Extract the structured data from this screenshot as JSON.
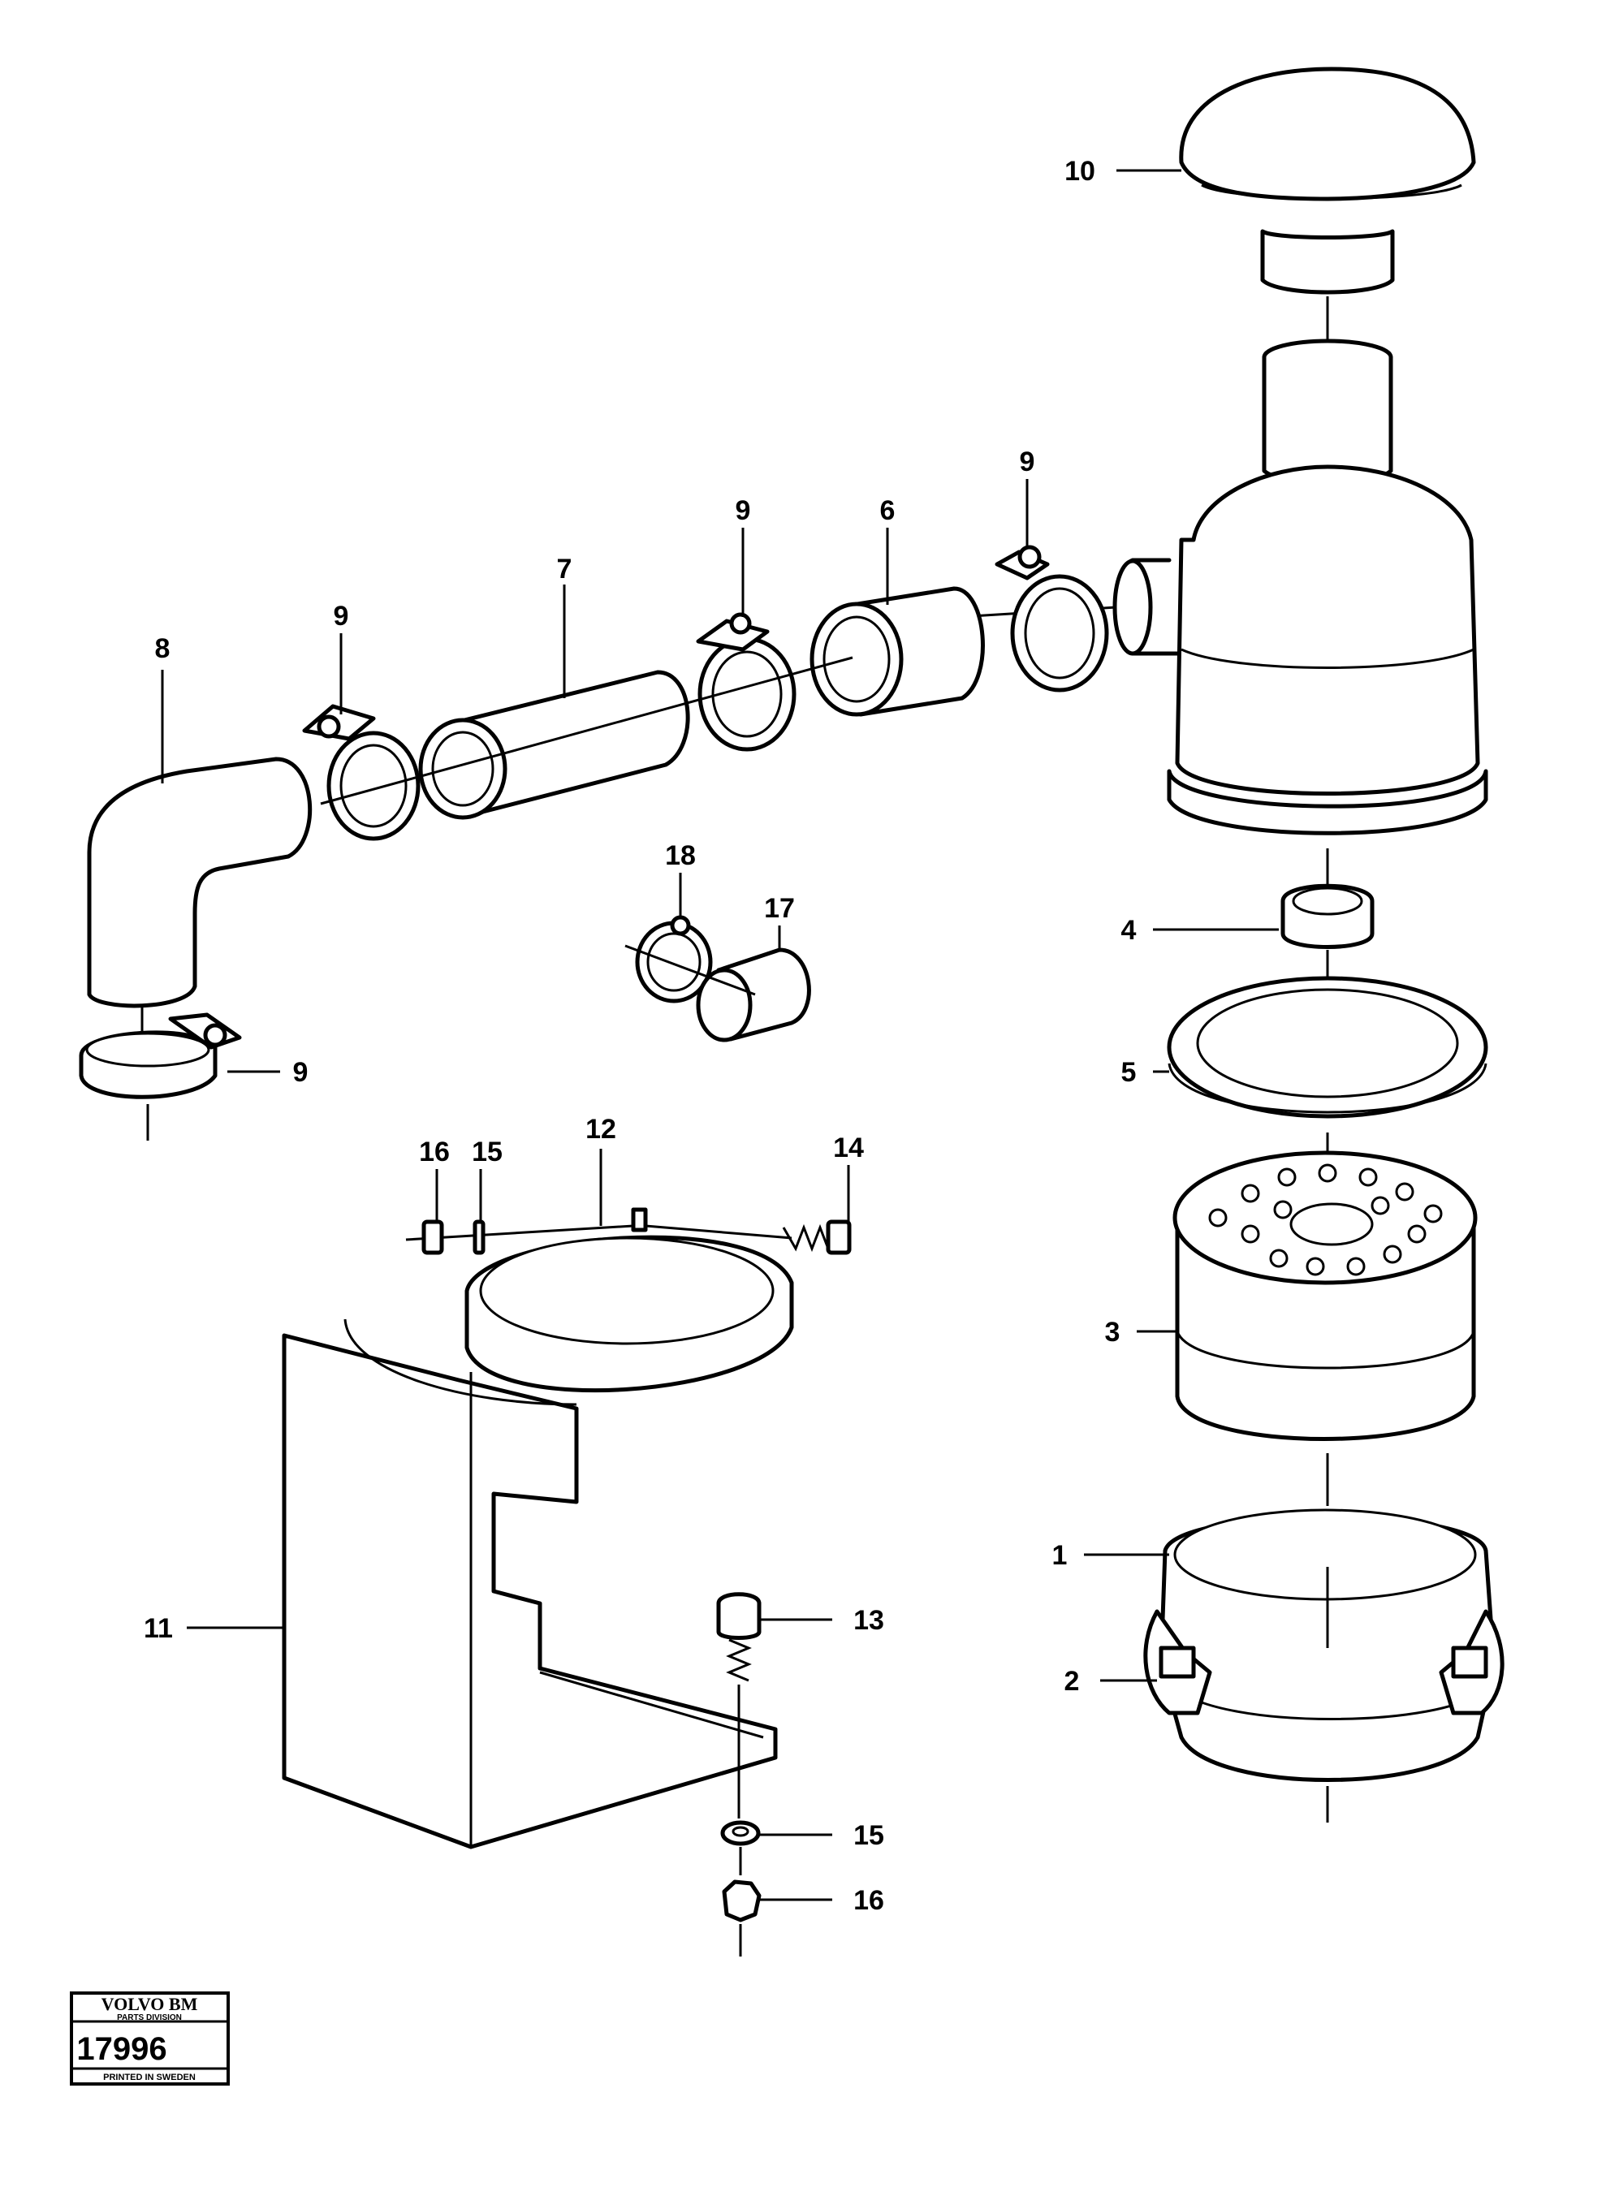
{
  "callouts": {
    "c1": "1",
    "c2": "2",
    "c3": "3",
    "c4": "4",
    "c5": "5",
    "c6": "6",
    "c7": "7",
    "c8": "8",
    "c9a": "9",
    "c9b": "9",
    "c9c": "9",
    "c9d": "9",
    "c10": "10",
    "c11": "11",
    "c12": "12",
    "c13": "13",
    "c14": "14",
    "c15a": "15",
    "c15b": "15",
    "c16a": "16",
    "c16b": "16",
    "c17": "17",
    "c18": "18"
  },
  "stamp": {
    "brand": "VOLVO BM",
    "division": "PARTS DIVISION",
    "number": "17996",
    "printed": "PRINTED IN SWEDEN"
  }
}
